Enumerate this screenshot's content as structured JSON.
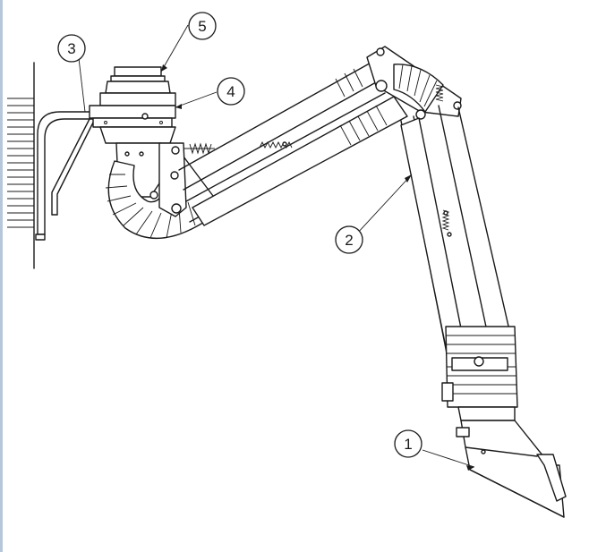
{
  "callouts": [
    {
      "id": "1",
      "label": "1"
    },
    {
      "id": "2",
      "label": "2"
    },
    {
      "id": "3",
      "label": "3"
    },
    {
      "id": "4",
      "label": "4"
    },
    {
      "id": "5",
      "label": "5"
    }
  ],
  "colors": {
    "line": "#1a1a1a",
    "background": "#ffffff",
    "edge_rule": "#b8c6dc"
  }
}
